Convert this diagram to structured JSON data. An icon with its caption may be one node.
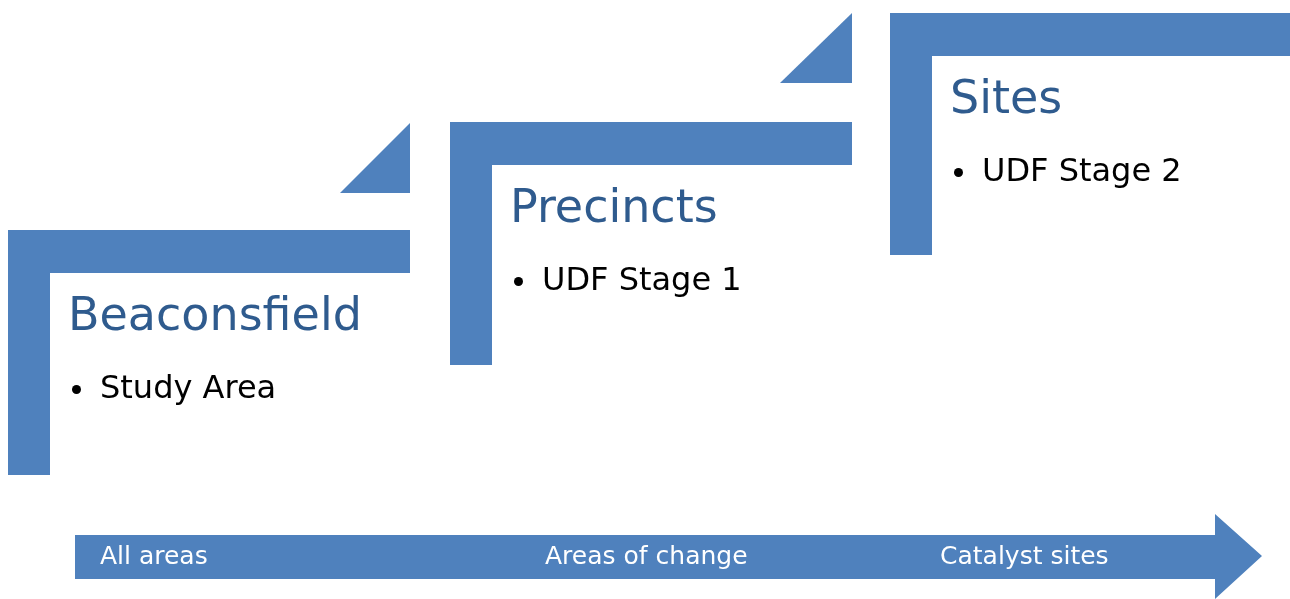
{
  "diagram": {
    "nodes": [
      {
        "text": [
          "Beaconsfield",
          "Study Area"
        ]
      },
      {
        "text": [
          "Precincts",
          "UDF Stage 1"
        ]
      },
      {
        "text": [
          "Sites",
          "UDF Stage 2"
        ]
      },
      {
        "text": [
          "All areas",
          "Areas of change",
          "Catalyst sites"
        ]
      }
    ]
  }
}
